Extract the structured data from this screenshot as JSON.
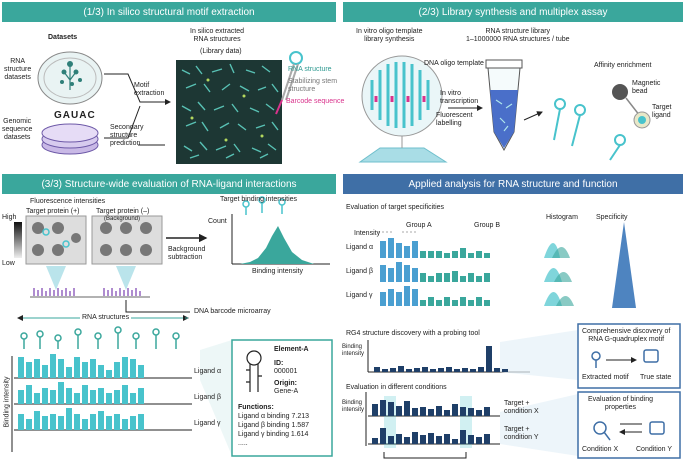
{
  "colors": {
    "teal": "#3aa79c",
    "blue": "#3f6fa6",
    "cyan": "#48c3cc",
    "navy": "#1f3f68",
    "pink": "#d9338c"
  },
  "panel1": {
    "title": "(1/3) In silico structural motif extraction",
    "datasets": "Datasets",
    "rna_datasets": "RNA\nstructure\ndatasets",
    "genomic_datasets": "Genomic\nsequence\ndatasets",
    "motif_extraction": "Motif\nextraction",
    "secondary_prediction": "Secondary\nstructure\nprediction",
    "extracted_title": "In silico extracted\nRNA structures",
    "library_data": "(Library data)",
    "legend_rna": "RNA structure",
    "legend_stem": "Stabilizing stem\nstructure",
    "legend_barcode": "Barcode sequence",
    "seq_letters": "GAUAC"
  },
  "panel2": {
    "title": "(2/3) Library synthesis and multiplex assay",
    "oligo_title": "In vitro oligo template\nlibrary synthesis",
    "dna_template": "DNA oligo template",
    "library_title": "RNA structure library\n1–1000000 RNA structures / tube",
    "transcription": "In vitro\ntranscription",
    "labelling": "Fluorescent\nlabelling",
    "affinity": "Affinity enrichment",
    "magnetic": "Magnetic\nbead",
    "target_ligand": "Target\nligand"
  },
  "panel3": {
    "title": "(3/3) Structure-wide evaluation of RNA-ligand interactions",
    "fluor": "Fluorescence intensities",
    "target_plus": "Target protein (+)",
    "target_minus": "Target protein (–)",
    "background": "(Background)",
    "high": "High",
    "low": "Low",
    "bg_sub": "Background\nsubtraction",
    "target_binding": "Target binding intensities",
    "count": "Count",
    "binding_intensity": "Binding intensity",
    "microarray": "DNA barcode microarray",
    "rna_structures": "RNA structures",
    "binding_axis": "Binding intensity",
    "ligand_a": "Ligand α",
    "ligand_b": "Ligand β",
    "ligand_g": "Ligand γ",
    "element": "Element-A",
    "id_label": "ID:",
    "id_value": "000001",
    "origin_label": "Origin:",
    "origin_value": "Gene-A",
    "functions_label": "Functions:",
    "func1": "Ligand α binding 7.213",
    "func2": "Ligand β binding 1.587",
    "func3": "Ligand γ binding 1.614",
    "func4": "....."
  },
  "panel4": {
    "title": "Applied analysis for RNA structure and function",
    "eval_spec": "Evaluation of target specificities",
    "intensity": "Intensity",
    "group_a": "Group A",
    "group_b": "Group B",
    "histogram": "Histogram",
    "specificity": "Specificity",
    "ligand_a": "Ligand α",
    "ligand_b": "Ligand β",
    "ligand_g": "Ligand γ",
    "rg4": "RG4 structure discovery with a probing tool",
    "binding_intensity": "Binding\nintensity",
    "comprehensive": "Comprehensive discovery of\nRNA G-quadruplex motif",
    "extracted_motif": "Extracted motif",
    "true_state": "True state",
    "eval_cond": "Evaluation in different conditions",
    "target_x": "Target +\ncondition X",
    "target_y": "Target +\ncondition Y",
    "eval_binding": "Evaluation of binding\nproperties",
    "condition_x": "Condition X",
    "condition_y": "Condition Y"
  },
  "chart_data": [
    {
      "type": "bar",
      "series": [
        {
          "name": "Ligand α",
          "values": [
            8,
            6,
            7,
            5,
            9,
            7,
            4,
            8,
            6,
            7,
            5,
            3,
            6,
            8,
            7,
            5
          ]
        },
        {
          "name": "Ligand β",
          "values": [
            5,
            7,
            4,
            6,
            5,
            8,
            6,
            4,
            7,
            5,
            6,
            4,
            5,
            7,
            4,
            6
          ]
        },
        {
          "name": "Ligand γ",
          "values": [
            6,
            4,
            7,
            5,
            6,
            5,
            8,
            6,
            4,
            6,
            7,
            5,
            6,
            4,
            5,
            6
          ]
        }
      ]
    },
    {
      "type": "bar",
      "series": [
        {
          "name": "Ligand α",
          "values": [
            7,
            8,
            6,
            5,
            7,
            3,
            3,
            3,
            2,
            3,
            4,
            2,
            3,
            2
          ]
        },
        {
          "name": "Ligand β",
          "values": [
            6,
            5,
            7,
            6,
            5,
            3,
            2,
            3,
            3,
            4,
            2,
            3,
            2,
            3
          ]
        },
        {
          "name": "Ligand γ",
          "values": [
            5,
            6,
            5,
            7,
            6,
            2,
            3,
            2,
            3,
            2,
            3,
            2,
            3,
            2
          ]
        }
      ]
    }
  ]
}
